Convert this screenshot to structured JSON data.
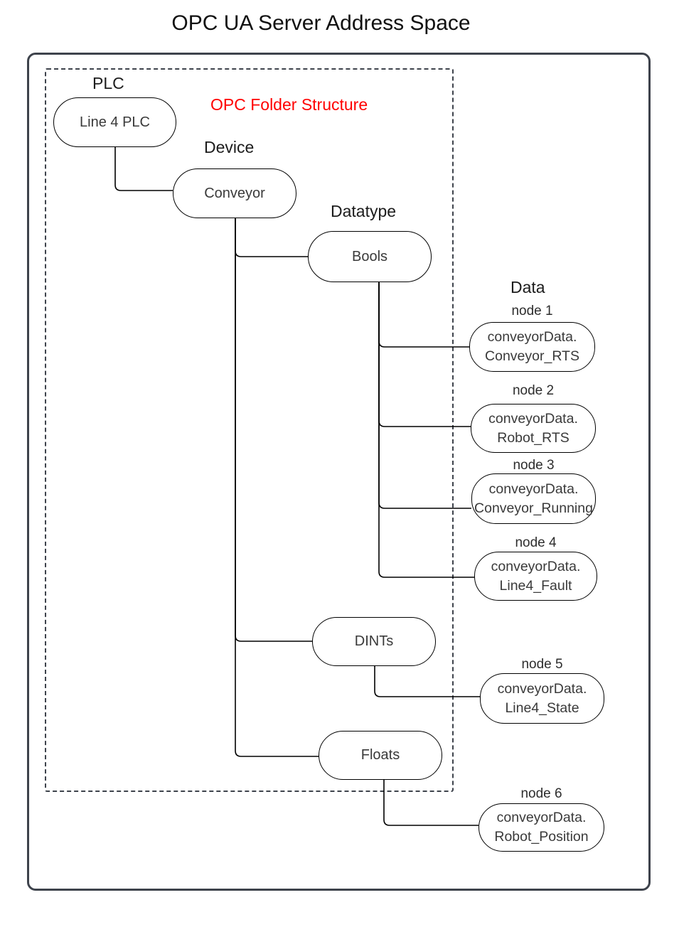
{
  "title": "OPC UA Server Address Space",
  "overlay": {
    "label": "OPC Folder Structure",
    "color": "#ff0000"
  },
  "colors": {
    "frame": "#3e434c",
    "node_border": "#000000",
    "connector": "#000000",
    "node_fill": "#ffffff"
  },
  "level_labels": {
    "plc": "PLC",
    "device": "Device",
    "datatype": "Datatype",
    "data": "Data"
  },
  "folder_nodes": {
    "plc": "Line 4 PLC",
    "device": "Conveyor",
    "bools": "Bools",
    "dints": "DINTs",
    "floats": "Floats"
  },
  "data_nodes": [
    {
      "title": "node 1",
      "line1": "conveyorData.",
      "line2": "Conveyor_RTS",
      "parent": "Bools"
    },
    {
      "title": "node 2",
      "line1": "conveyorData.",
      "line2": "Robot_RTS",
      "parent": "Bools"
    },
    {
      "title": "node 3",
      "line1": "conveyorData.",
      "line2": "Conveyor_Running",
      "parent": "Bools"
    },
    {
      "title": "node 4",
      "line1": "conveyorData.",
      "line2": "Line4_Fault",
      "parent": "Bools"
    },
    {
      "title": "node 5",
      "line1": "conveyorData.",
      "line2": "Line4_State",
      "parent": "DINTs"
    },
    {
      "title": "node 6",
      "line1": "conveyorData.",
      "line2": "Robot_Position",
      "parent": "Floats"
    }
  ]
}
